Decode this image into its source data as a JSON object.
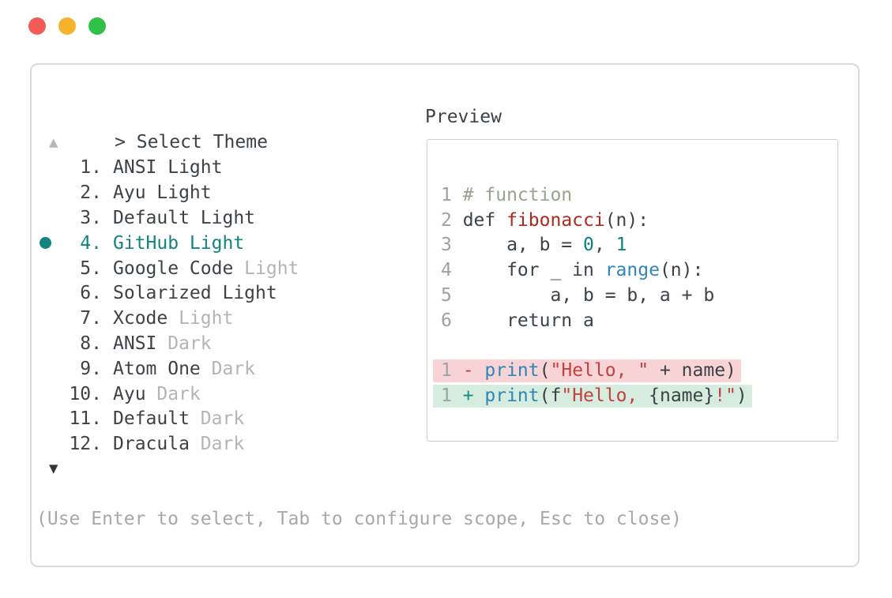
{
  "window": {
    "controls": {
      "close_color": "#f25c57",
      "minimize_color": "#f3b32d",
      "zoom_color": "#2fc247"
    }
  },
  "palette": {
    "text": "#3d4247",
    "muted": "#b2b4b6",
    "footer_gray": "#a6a8aa",
    "arrow_disabled": "#b5b7b9",
    "arrow_enabled": "#30363b",
    "lineno": "#9da1a5",
    "accent": "#12837f",
    "comment": "#9aa38c",
    "func": "#ab2a20",
    "blue": "#2f86b8",
    "literal": "#0e7f86",
    "string": "#c5403f",
    "plus": "#18907e",
    "minus": "#c5403c",
    "del_bg": "#f8d4d6",
    "add_bg": "#d5ecde",
    "box_border": "#dadada",
    "panel_border": "#cfcfcf"
  },
  "selector": {
    "prompt": ">",
    "title": "Select Theme",
    "scroll_up": "▲",
    "scroll_down": "▼",
    "items": [
      {
        "number": "1.",
        "selected": false,
        "tokens": [
          [
            "ANSI Light",
            "text"
          ]
        ]
      },
      {
        "number": "2.",
        "selected": false,
        "tokens": [
          [
            "Ayu Light",
            "text"
          ]
        ]
      },
      {
        "number": "3.",
        "selected": false,
        "tokens": [
          [
            "Default Light",
            "text"
          ]
        ]
      },
      {
        "number": "4.",
        "selected": true,
        "tokens": [
          [
            "GitHub Light",
            "accent"
          ]
        ]
      },
      {
        "number": "5.",
        "selected": false,
        "tokens": [
          [
            "Google Code ",
            "text"
          ],
          [
            "Light",
            "muted"
          ]
        ]
      },
      {
        "number": "6.",
        "selected": false,
        "tokens": [
          [
            "Solarized Light",
            "text"
          ]
        ]
      },
      {
        "number": "7.",
        "selected": false,
        "tokens": [
          [
            "Xcode ",
            "text"
          ],
          [
            "Light",
            "muted"
          ]
        ]
      },
      {
        "number": "8.",
        "selected": false,
        "tokens": [
          [
            "ANSI ",
            "text"
          ],
          [
            "Dark",
            "muted"
          ]
        ]
      },
      {
        "number": "9.",
        "selected": false,
        "tokens": [
          [
            "Atom One ",
            "text"
          ],
          [
            "Dark",
            "muted"
          ]
        ]
      },
      {
        "number": "10.",
        "selected": false,
        "tokens": [
          [
            "Ayu ",
            "text"
          ],
          [
            "Dark",
            "muted"
          ]
        ]
      },
      {
        "number": "11.",
        "selected": false,
        "tokens": [
          [
            "Default ",
            "text"
          ],
          [
            "Dark",
            "muted"
          ]
        ]
      },
      {
        "number": "12.",
        "selected": false,
        "tokens": [
          [
            "Dracula ",
            "text"
          ],
          [
            "Dark",
            "muted"
          ]
        ]
      }
    ]
  },
  "preview": {
    "label": "Preview",
    "code_lines": [
      {
        "no": "1",
        "tokens": [
          [
            "# function",
            "comment"
          ]
        ]
      },
      {
        "no": "2",
        "tokens": [
          [
            "def ",
            "text"
          ],
          [
            "fibonacci",
            "func"
          ],
          [
            "(n):",
            "text"
          ]
        ]
      },
      {
        "no": "3",
        "tokens": [
          [
            "    a, b = ",
            "text"
          ],
          [
            "0",
            "literal"
          ],
          [
            ", ",
            "text"
          ],
          [
            "1",
            "literal"
          ]
        ]
      },
      {
        "no": "4",
        "tokens": [
          [
            "    for _ in ",
            "text"
          ],
          [
            "range",
            "blue"
          ],
          [
            "(n):",
            "text"
          ]
        ]
      },
      {
        "no": "5",
        "tokens": [
          [
            "        a, b = b, a + b",
            "text"
          ]
        ]
      },
      {
        "no": "6",
        "tokens": [
          [
            "    return a",
            "text"
          ]
        ]
      }
    ],
    "diff_lines": [
      {
        "no": "1",
        "kind": "del",
        "tokens": [
          [
            "- ",
            "minus"
          ],
          [
            "print",
            "blue"
          ],
          [
            "(",
            "text"
          ],
          [
            "\"Hello, \"",
            "string"
          ],
          [
            " + name)",
            "text"
          ]
        ]
      },
      {
        "no": "1",
        "kind": "add",
        "tokens": [
          [
            "+ ",
            "plus"
          ],
          [
            "print",
            "blue"
          ],
          [
            "(f",
            "text"
          ],
          [
            "\"Hello, ",
            "string"
          ],
          [
            "{name}",
            "text"
          ],
          [
            "!\"",
            "string"
          ],
          [
            ")",
            "text"
          ]
        ]
      }
    ]
  },
  "footer": {
    "hint": "(Use Enter to select, Tab to configure scope, Esc to close)"
  }
}
